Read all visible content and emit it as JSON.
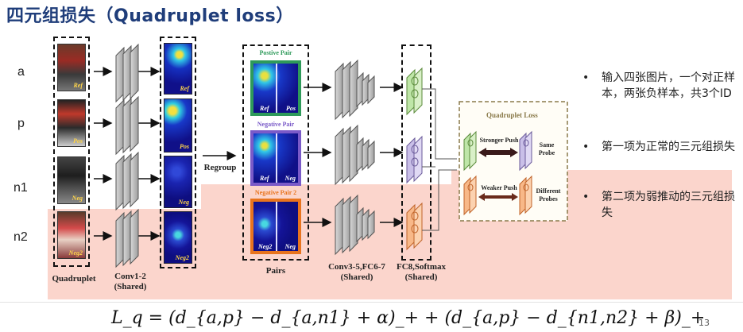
{
  "title": "四元组损失（Quadruplet loss）",
  "rows": {
    "a": "a",
    "p": "p",
    "n1": "n1",
    "n2": "n2"
  },
  "heatmaps": {
    "ref": "Ref",
    "pos": "Pos",
    "neg": "Neg",
    "neg2": "Neg2"
  },
  "photos": {
    "ref": "Ref",
    "pos": "Pos",
    "neg": "Neg",
    "neg2": "Neg2"
  },
  "captions": {
    "quadruplet": "Quadruplet",
    "conv12": "Conv1-2",
    "conv12_sub": "(Shared)",
    "regroup": "Regroup",
    "pairs": "Pairs",
    "conv35": "Conv3-5,FC6-7",
    "conv35_sub": "(Shared)",
    "fc8": "FC8,Softmax",
    "fc8_sub": "(Shared)"
  },
  "pairs": {
    "positive": {
      "title": "Postive Pair",
      "left": "Ref",
      "right": "Pos",
      "color": "#2e9a5a"
    },
    "negative": {
      "title": "Negative Pair",
      "left": "Ref",
      "right": "Neg",
      "color": "#7a5ac8"
    },
    "negative2": {
      "title": "Negative Pair 2",
      "left": "Neg2",
      "right": "Neg",
      "color": "#e8741e"
    }
  },
  "loss": {
    "title": "Quadruplet Loss",
    "stronger": "Stronger Push",
    "same": "Same Probe",
    "weaker": "Weaker Push",
    "different": "Different Probes"
  },
  "bullets": [
    "输入四张图片，一个对正样本，两张负样本，共3个ID",
    "第一项为正常的三元组损失",
    "第二项为弱推动的三元组损失"
  ],
  "bullet_marker": "•",
  "formula": "L_q = (d_{a,p} − d_{a,n1} + α)_+ + (d_{a,p} − d_{n1,n2} + β)_+",
  "page_number": "13"
}
